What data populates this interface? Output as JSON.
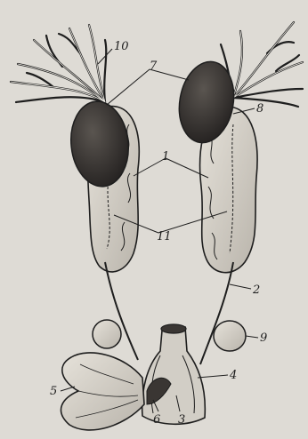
{
  "figure": {
    "paper_color": "#dedbd5",
    "ink_color": "#1e1e1e",
    "organ_fill": "#c9c5bd",
    "dark_fill": "#3a3633",
    "callouts": [
      {
        "id": "label-1",
        "text": "1"
      },
      {
        "id": "label-2",
        "text": "2"
      },
      {
        "id": "label-3",
        "text": "3"
      },
      {
        "id": "label-4",
        "text": "4"
      },
      {
        "id": "label-5",
        "text": "5"
      },
      {
        "id": "label-6",
        "text": "6"
      },
      {
        "id": "label-7",
        "text": "7"
      },
      {
        "id": "label-8",
        "text": "8"
      },
      {
        "id": "label-9",
        "text": "9"
      },
      {
        "id": "label-10",
        "text": "10"
      },
      {
        "id": "label-11",
        "text": "11"
      }
    ]
  }
}
